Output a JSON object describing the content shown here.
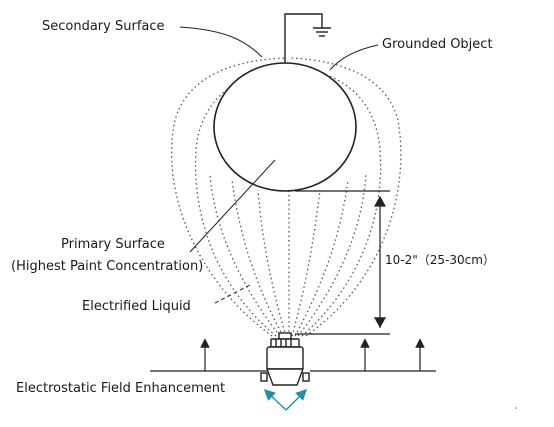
{
  "labels": {
    "secondary_surface": "Secondary Surface",
    "grounded_object": "Grounded Object",
    "primary_surface_line1": "Primary Surface",
    "primary_surface_line2": "(Highest Paint Concentration)",
    "electrified_liquid": "Electrified Liquid",
    "field_enhancement": "Electrostatic Field Enhancement",
    "distance": "10-2\"（25-30cm）"
  },
  "colors": {
    "line": "#222222",
    "dotted_field": "#555555",
    "arrow_teal": "#1f8fa6"
  },
  "icons": {
    "ground": "ground-symbol-icon",
    "field_arrows": "arrow-up-icon",
    "spray_gun": "spray-gun-icon"
  }
}
